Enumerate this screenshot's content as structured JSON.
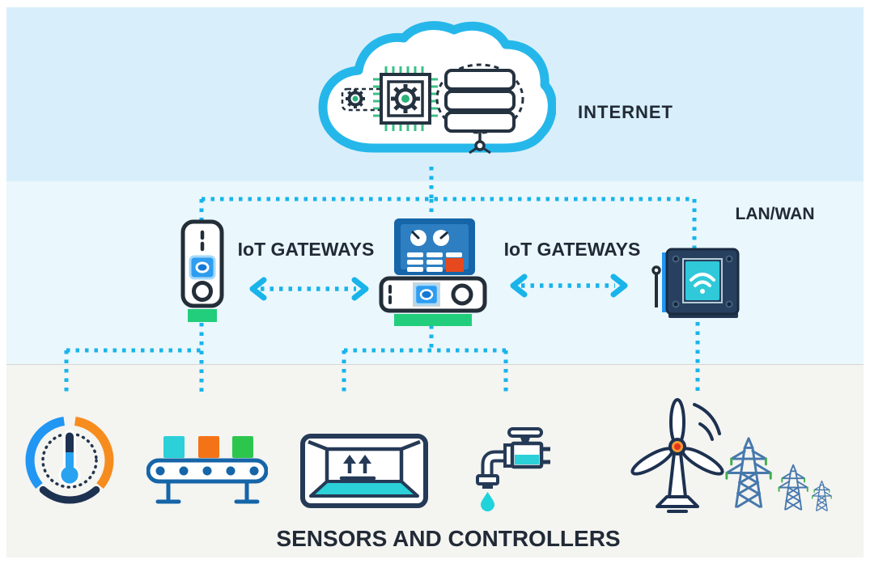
{
  "figure": {
    "type": "network-architecture-diagram",
    "subject": "Industrial IoT architecture: internet cloud, IoT gateways and field sensors"
  },
  "labels": {
    "internet": "INTERNET",
    "gateways_left": "IoT GATEWAYS",
    "gateways_right": "IoT GATEWAYS",
    "lan_wan": "LAN/WAN",
    "sensors": "SENSORS AND CONTROLLERS"
  },
  "zones": [
    {
      "id": "internet-zone",
      "label": "INTERNET"
    },
    {
      "id": "gateway-zone",
      "label": "LAN/WAN"
    },
    {
      "id": "sensor-zone",
      "label": "SENSORS AND CONTROLLERS"
    }
  ],
  "cloud": {
    "icons": [
      "processor-gears-icon",
      "server-stack-icon"
    ]
  },
  "gateway_devices": [
    "vertical-controller-gateway",
    "hmi-panel-gateway",
    "wifi-module-gateway"
  ],
  "sensor_devices": [
    "temperature-gauge",
    "conveyor-belt",
    "storage-container",
    "water-valve",
    "wind-turbine",
    "transmission-towers"
  ],
  "connections": {
    "style": "dotted",
    "links": [
      "cloud-to-gateway-bus",
      "bus-to-left-gateway",
      "bus-to-center-gateway",
      "bus-to-wifi-gateway",
      "left-gateway-to-gauge-and-conveyor",
      "center-gateway-to-container-and-valve",
      "wifi-gateway-to-wind-turbine",
      "gateway-to-gateway-arrow-left",
      "gateway-to-gateway-arrow-right"
    ]
  },
  "colors": {
    "accent_cyan": "#18b4ea",
    "cloud_stroke": "#26b7ea",
    "band_internet": "#d8effb",
    "band_gateway": "#eaf7fc",
    "band_sensors": "#f4f4f1",
    "text_dark": "#212a36",
    "outline_dark": "#232e39",
    "device_blue": "#1565a8",
    "chip_blue": "#2e9df1",
    "green_base": "#22ce7b",
    "teal": "#2bd0d8",
    "orange": "#f47b20",
    "alert_red": "#e8481d",
    "pin_green": "#3bbf86",
    "tower_blue": "#4678ac",
    "insulator_green": "#3fae4e"
  }
}
